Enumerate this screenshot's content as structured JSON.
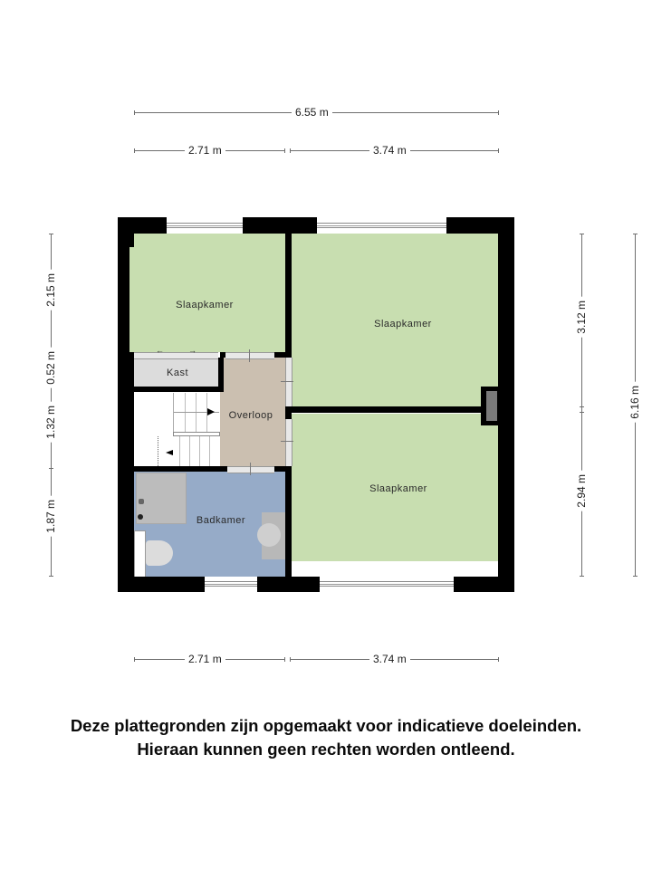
{
  "floorplan": {
    "dimensions_top": {
      "total": "6.55 m",
      "left": "2.71 m",
      "right": "3.74 m"
    },
    "dimensions_bottom": {
      "left": "2.71 m",
      "right": "3.74 m"
    },
    "dimensions_left": [
      "2.15 m",
      "0.52 m",
      "1.32 m",
      "1.87 m"
    ],
    "dimensions_right": {
      "upper": "3.12 m",
      "lower": "2.94 m",
      "total": "6.16 m"
    },
    "rooms": [
      {
        "id": "bedroom-top-left",
        "label": "Slaapkamer",
        "color": "#c8deb0"
      },
      {
        "id": "bedroom-top-right",
        "label": "Slaapkamer",
        "color": "#c8deb0"
      },
      {
        "id": "bedroom-bottom-right",
        "label": "Slaapkamer",
        "color": "#c8deb0"
      },
      {
        "id": "closet",
        "label": "Kast",
        "color": "#dcdcdc"
      },
      {
        "id": "landing",
        "label": "Overloop",
        "color": "#cbbfb0"
      },
      {
        "id": "bathroom",
        "label": "Badkamer",
        "color": "#96abc8"
      }
    ],
    "colors": {
      "wall": "#000000",
      "bedroom": "#c8deb0",
      "landing": "#cbbfb0",
      "bathroom": "#96abc8",
      "closet": "#dcdcdc",
      "chimney": "#7a7a7a"
    }
  },
  "disclaimer": {
    "line1": "Deze plattegronden zijn opgemaakt voor indicatieve doeleinden.",
    "line2": "Hieraan kunnen geen rechten worden ontleend."
  }
}
